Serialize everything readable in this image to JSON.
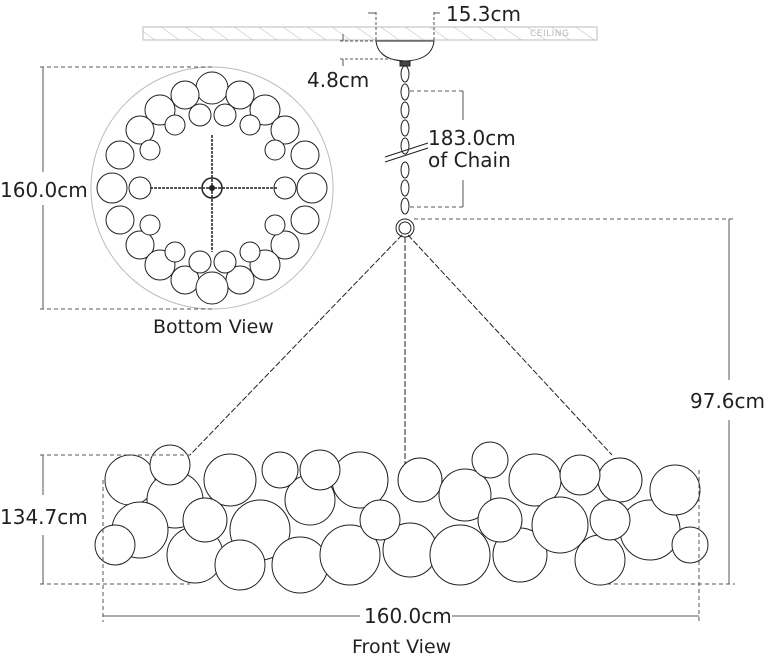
{
  "diagram": {
    "ceiling_label": "CEILING",
    "dimensions": {
      "canopy_width": "15.3cm",
      "canopy_height": "4.8cm",
      "chain_length": "183.0cm",
      "chain_length_suffix": "of Chain",
      "bottom_diameter": "160.0cm",
      "fixture_height": "97.6cm",
      "overall_height_front": "134.7cm",
      "front_width": "160.0cm"
    },
    "views": {
      "bottom": "Bottom View",
      "front": "Front View"
    },
    "colors": {
      "line": "#231f20",
      "dashed": "#555555",
      "ceiling_hatch": "#bbbbbb"
    }
  }
}
